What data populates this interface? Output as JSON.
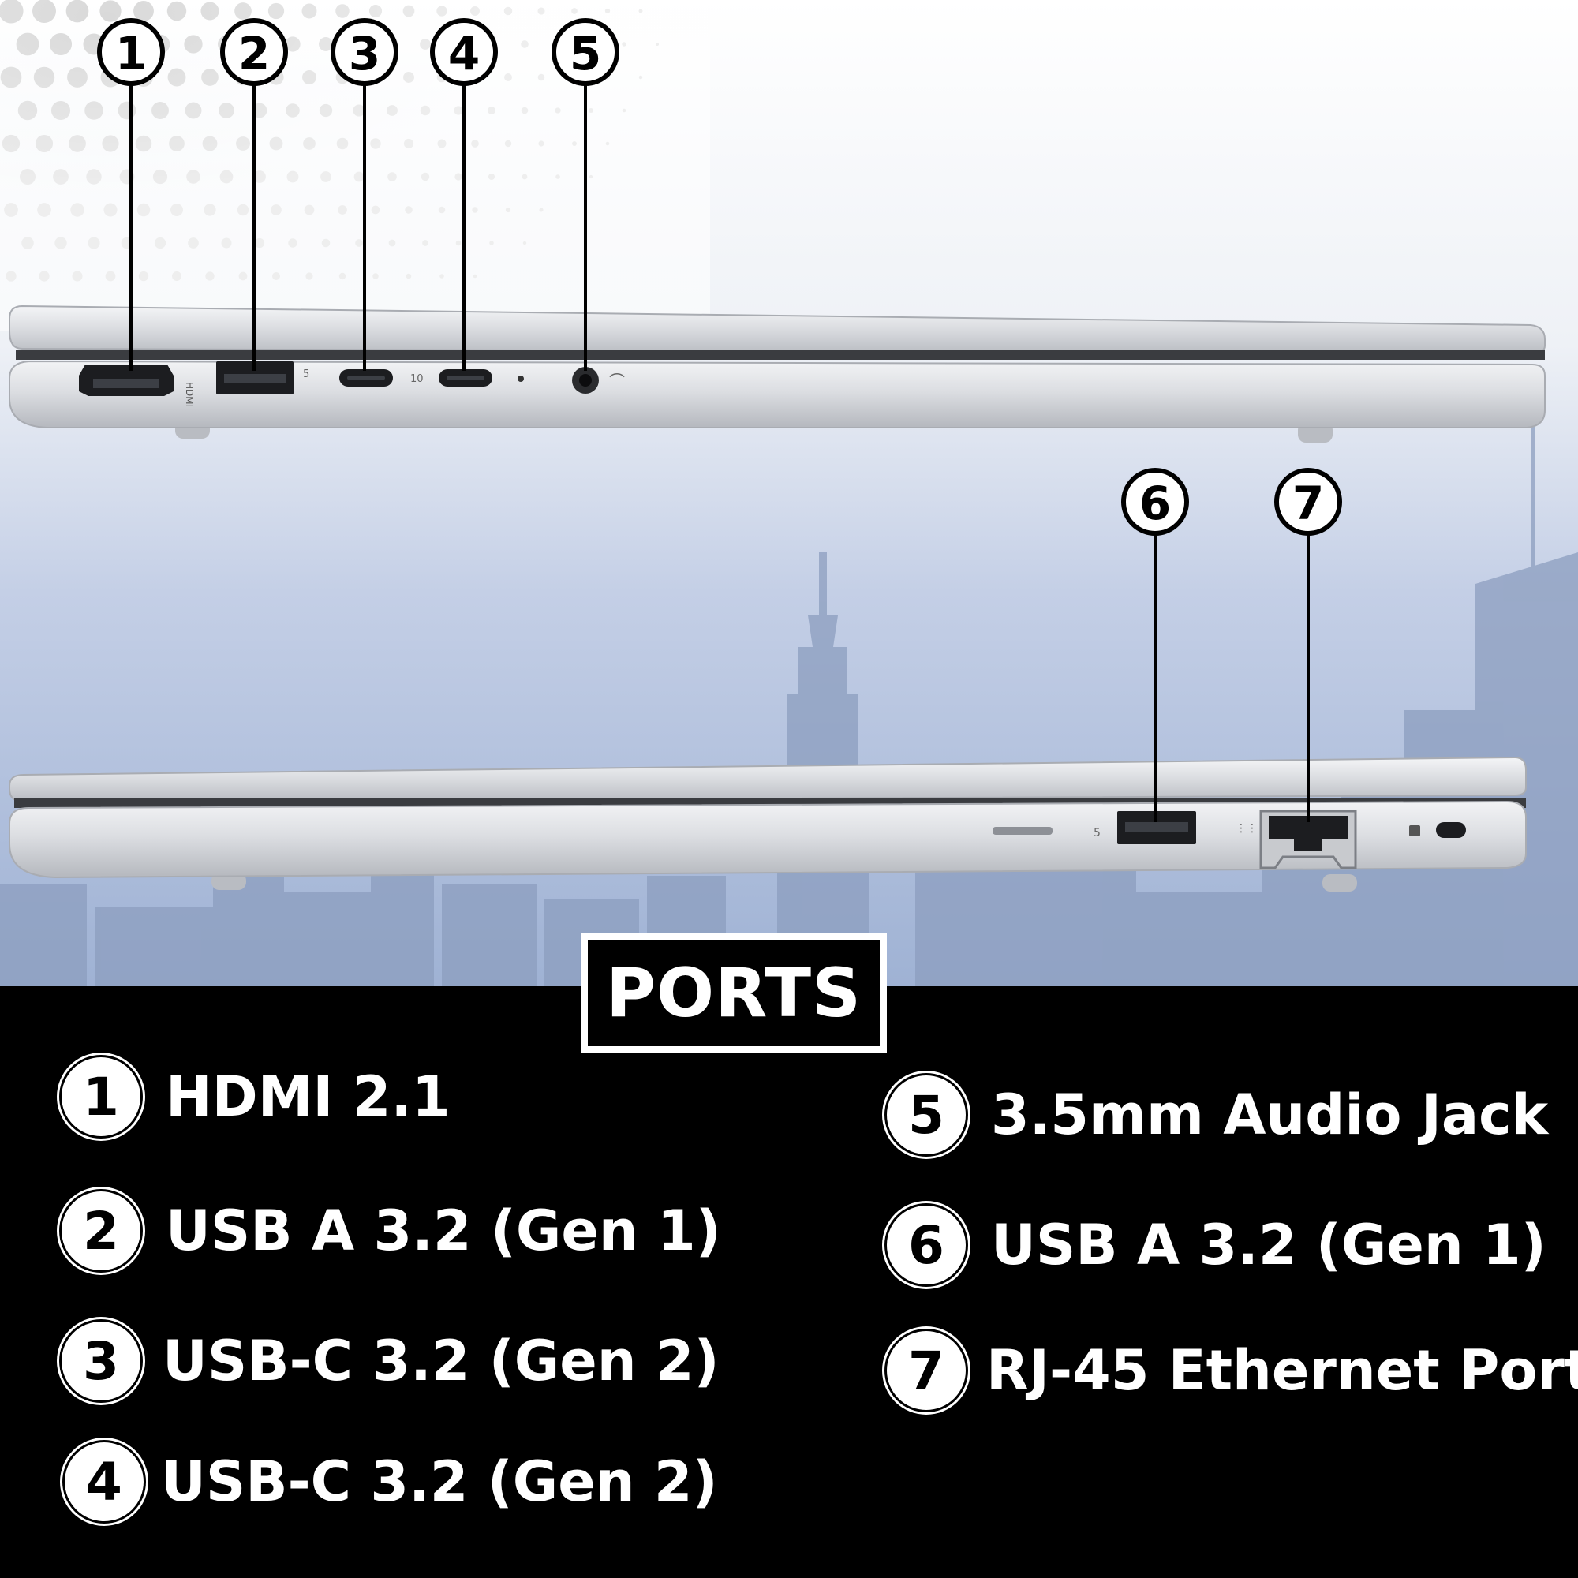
{
  "title": "PORTS",
  "callouts": [
    "1",
    "2",
    "3",
    "4",
    "5",
    "6",
    "7"
  ],
  "ports": [
    {
      "num": "1",
      "label": "HDMI 2.1"
    },
    {
      "num": "2",
      "label": "USB A 3.2 (Gen 1)"
    },
    {
      "num": "3",
      "label": "USB-C 3.2 (Gen 2)"
    },
    {
      "num": "4",
      "label": "USB-C 3.2 (Gen 2)"
    },
    {
      "num": "5",
      "label": "3.5mm Audio Jack"
    },
    {
      "num": "6",
      "label": "USB A 3.2 (Gen 1)"
    },
    {
      "num": "7",
      "label": "RJ-45 Ethernet Port"
    }
  ],
  "colors": {
    "panel": "#000000",
    "text": "#ffffff",
    "laptop": "#d4d6da",
    "sky": "#aebedd"
  }
}
